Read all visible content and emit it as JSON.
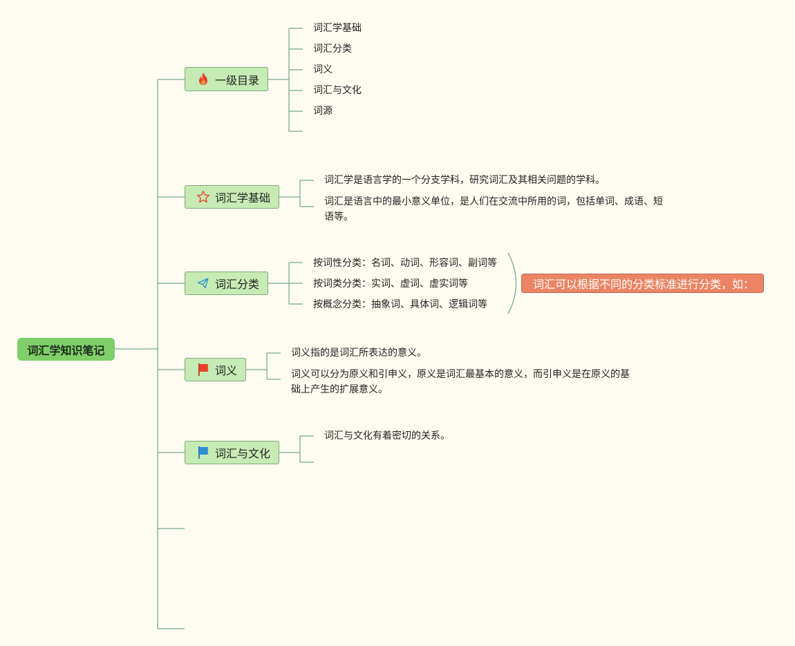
{
  "root": {
    "label": "词汇学知识笔记"
  },
  "branches": [
    {
      "label": "一级目录",
      "icon": "fire-icon",
      "items": [
        "词汇学基础",
        "词汇分类",
        "词义",
        "词汇与文化",
        "词源"
      ]
    },
    {
      "label": "词汇学基础",
      "icon": "star-outline-icon",
      "items": [
        "词汇学是语言学的一个分支学科，研究词汇及其相关问题的学科。",
        "词汇是语言中的最小意义单位，是人们在交流中所用的词，包括单词、成语、短语等。"
      ]
    },
    {
      "label": "词汇分类",
      "icon": "paper-plane-icon",
      "items": [
        "按词性分类：名词、动词、形容词、副词等",
        "按词类分类：实词、虚词、虚实词等",
        "按概念分类：抽象词、具体词、逻辑词等"
      ],
      "summary": "词汇可以根据不同的分类标准进行分类，如："
    },
    {
      "label": "词义",
      "icon": "red-flag-icon",
      "items": [
        "词义指的是词汇所表达的意义。",
        "词义可以分为原义和引申义，原义是词汇最基本的意义，而引申义是在原义的基础上产生的扩展意义。"
      ]
    },
    {
      "label": "词汇与文化",
      "icon": "blue-flag-icon",
      "items": [
        "词汇与文化有着密切的关系。"
      ]
    }
  ],
  "colors": {
    "line": "#7aa98f",
    "node_fill": "#c6ebb4",
    "root_fill": "#7fcf6b",
    "summary_fill": "#ec8464"
  }
}
